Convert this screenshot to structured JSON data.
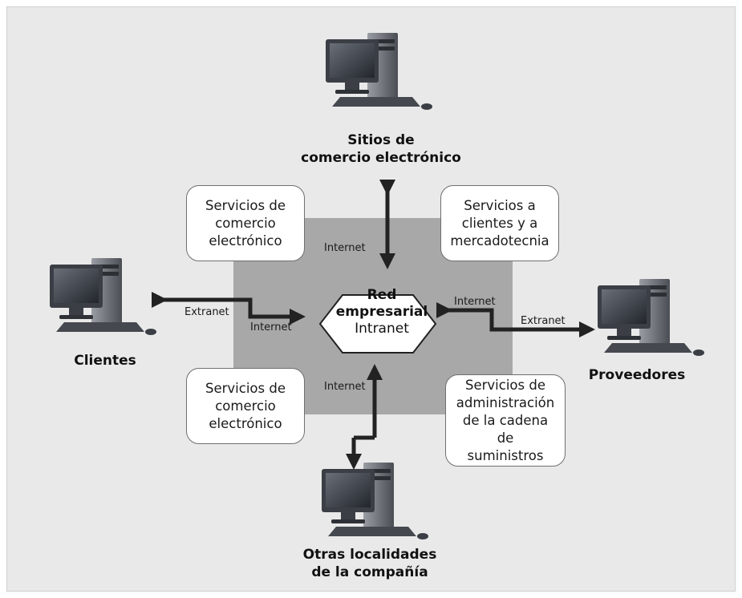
{
  "center": {
    "title": "Red empresarial",
    "subtitle": "Intranet"
  },
  "nodes": {
    "top": "Sitios de\ncomercio electrónico",
    "left": "Clientes",
    "right": "Proveedores",
    "bottom": "Otras localidades\nde la compañía"
  },
  "boxes": {
    "top_left": "Servicios de\ncomercio\nelectrónico",
    "top_right": "Servicios a\nclientes y a\nmercadotecnia",
    "bottom_left": "Servicios de\ncomercio\nelectrónico",
    "bottom_right": "Servicios de\nadministración\nde la cadena de\nsuministros"
  },
  "link_labels": {
    "top_internet": "Internet",
    "left_extranet": "Extranet",
    "left_internet": "Internet",
    "right_internet": "Internet",
    "right_extranet": "Extranet",
    "bottom_internet": "Internet"
  },
  "colors": {
    "background": "#e9e9e9",
    "center_panel": "#a8a8a8",
    "arrow": "#222222",
    "box_border": "#6f6f6f"
  }
}
